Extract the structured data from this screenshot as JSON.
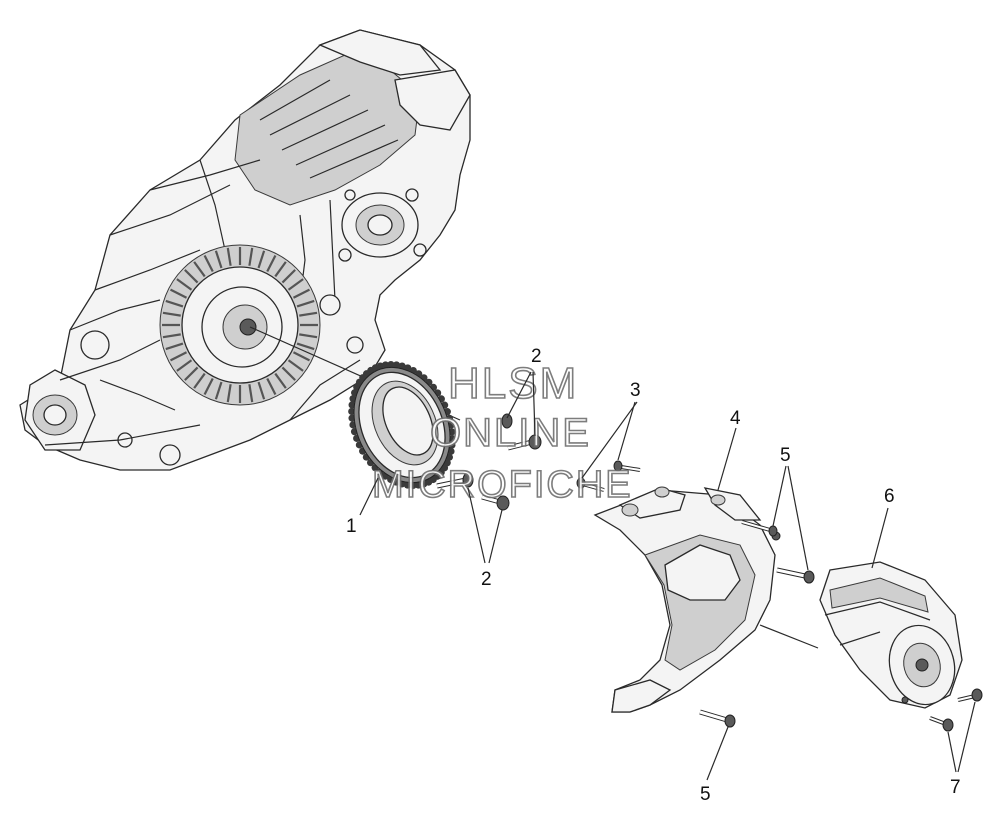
{
  "watermark": {
    "line1": "HLSM",
    "line2": "ONLINE",
    "line3": "MICROFICHE"
  },
  "callouts": [
    {
      "id": "c1",
      "label": "1"
    },
    {
      "id": "c2a",
      "label": "2"
    },
    {
      "id": "c2b",
      "label": "2"
    },
    {
      "id": "c3",
      "label": "3"
    },
    {
      "id": "c4",
      "label": "4"
    },
    {
      "id": "c5a",
      "label": "5"
    },
    {
      "id": "c5b",
      "label": "5"
    },
    {
      "id": "c6",
      "label": "6"
    },
    {
      "id": "c7",
      "label": "7"
    }
  ]
}
